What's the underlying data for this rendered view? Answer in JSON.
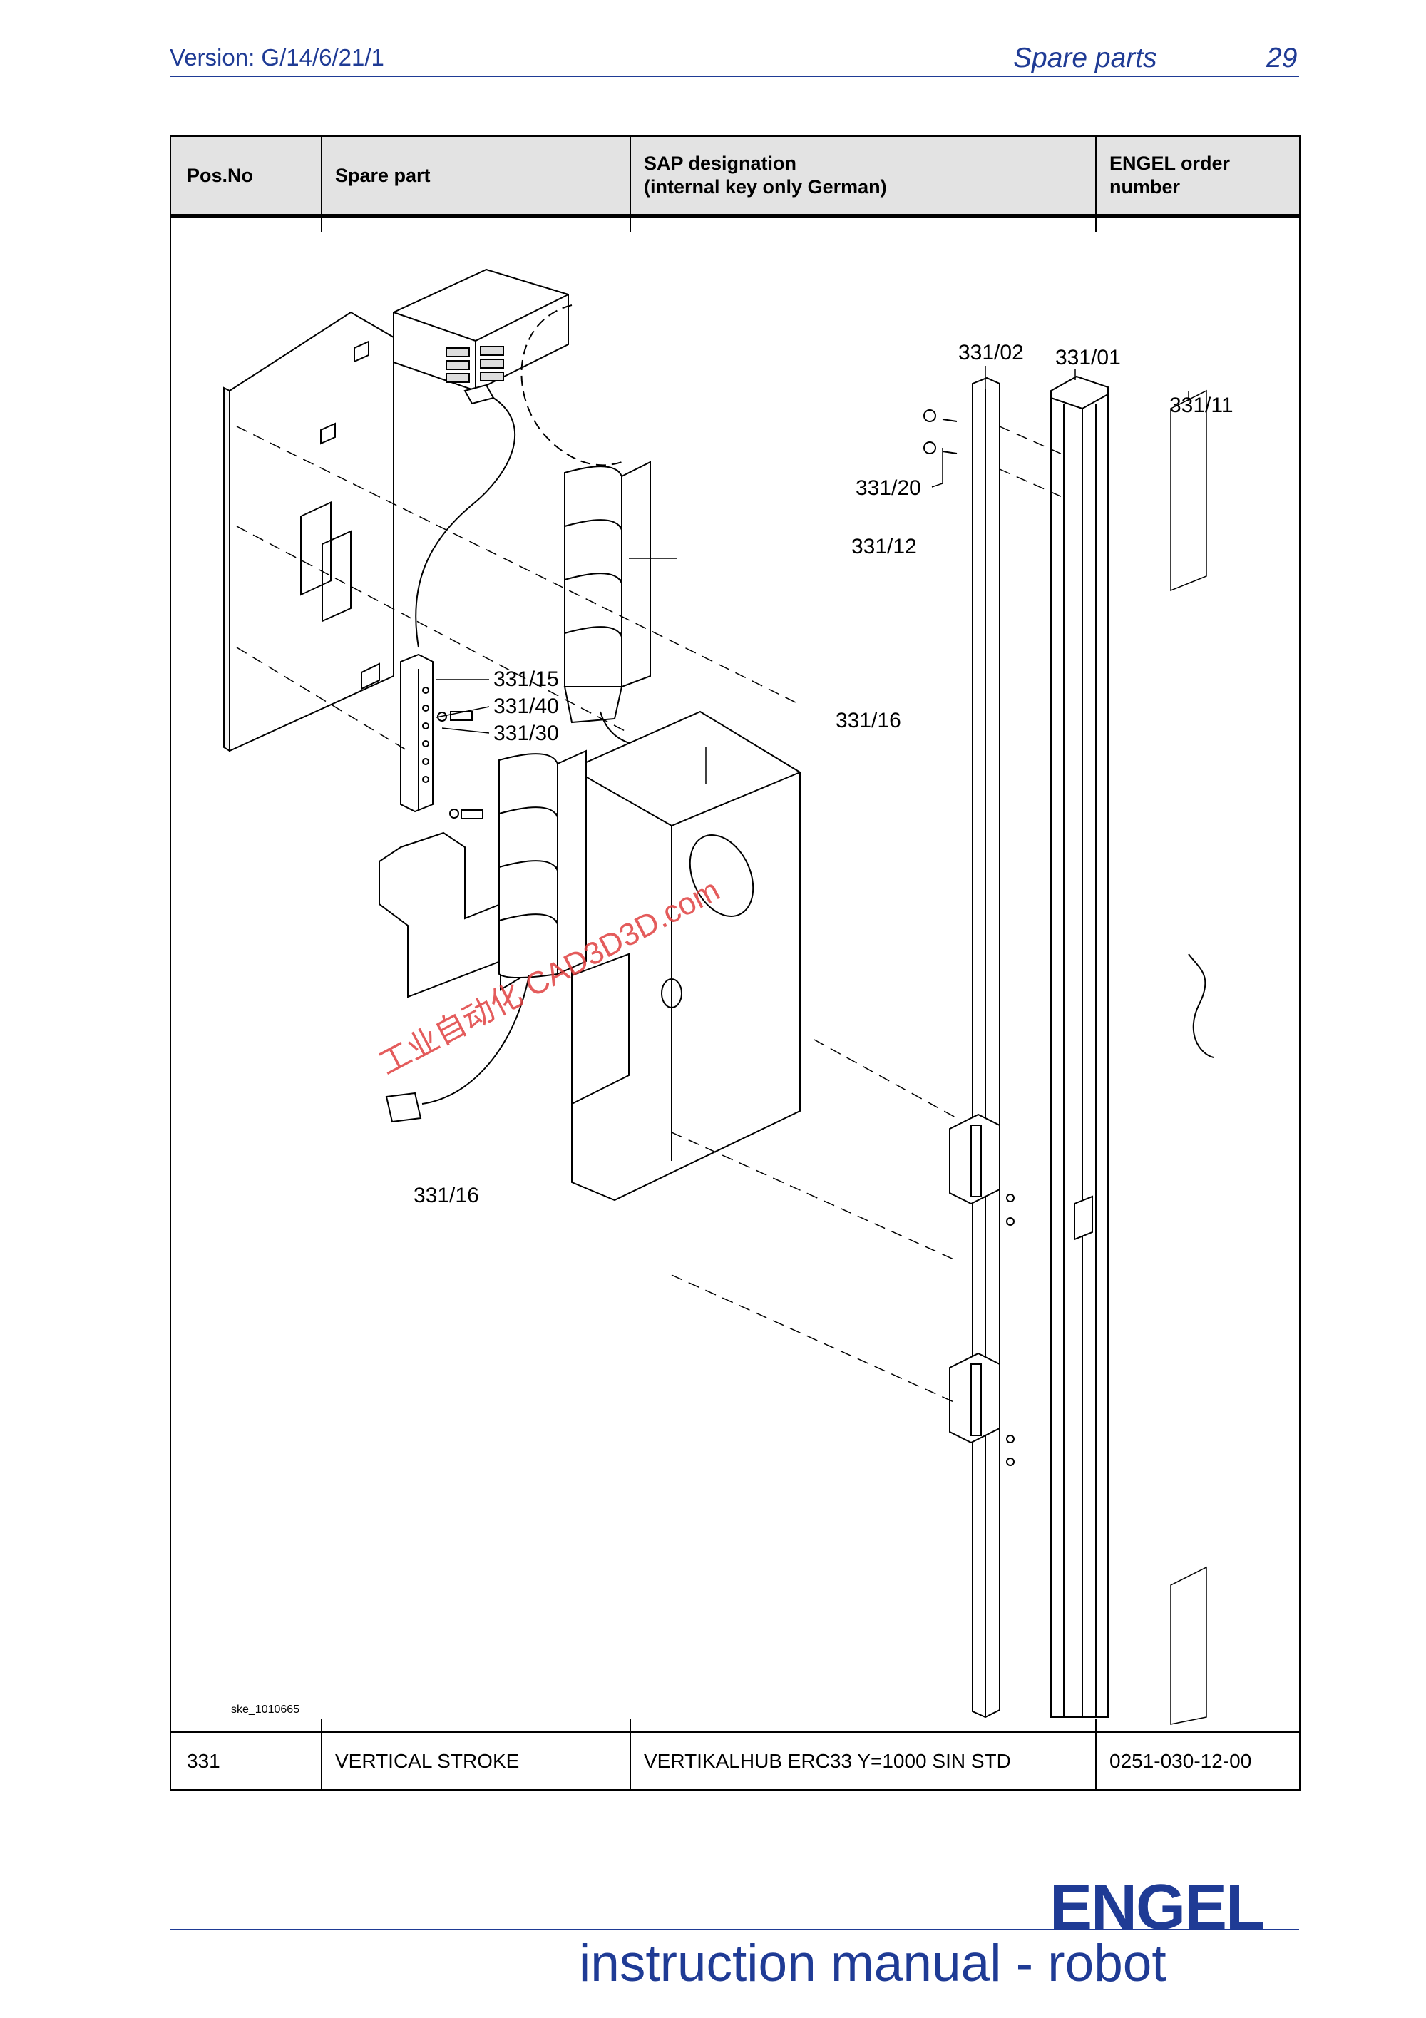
{
  "header": {
    "version": "Version: G/14/6/21/1",
    "section": "Spare parts",
    "page_number": "29"
  },
  "table": {
    "columns": [
      {
        "line1": "Pos.No",
        "line2": ""
      },
      {
        "line1": "Spare part",
        "line2": ""
      },
      {
        "line1": "SAP designation",
        "line2": "(internal key only German)"
      },
      {
        "line1": "ENGEL order",
        "line2": "number"
      }
    ],
    "row": {
      "pos": "331",
      "spare_part": "VERTICAL STROKE",
      "sap": "VERTIKALHUB ERC33 Y=1000 SIN STD",
      "order_number": "0251-030-12-00"
    }
  },
  "drawing": {
    "callouts": {
      "c331_02": "331/02",
      "c331_01": "331/01",
      "c331_11": "331/11",
      "c331_20": "331/20",
      "c331_12": "331/12",
      "c331_15": "331/15",
      "c331_40": "331/40",
      "c331_30": "331/30",
      "c331_16a": "331/16",
      "c331_16b": "331/16"
    },
    "drawing_id": "ske_1010665",
    "watermark": "工业自动化 CAD3D3D.com"
  },
  "footer": {
    "logo": "ENGEL",
    "title": "instruction manual - robot"
  },
  "colors": {
    "brand_blue": "#1f3b95",
    "header_fill": "#e3e3e3",
    "watermark_red": "#e04040"
  }
}
